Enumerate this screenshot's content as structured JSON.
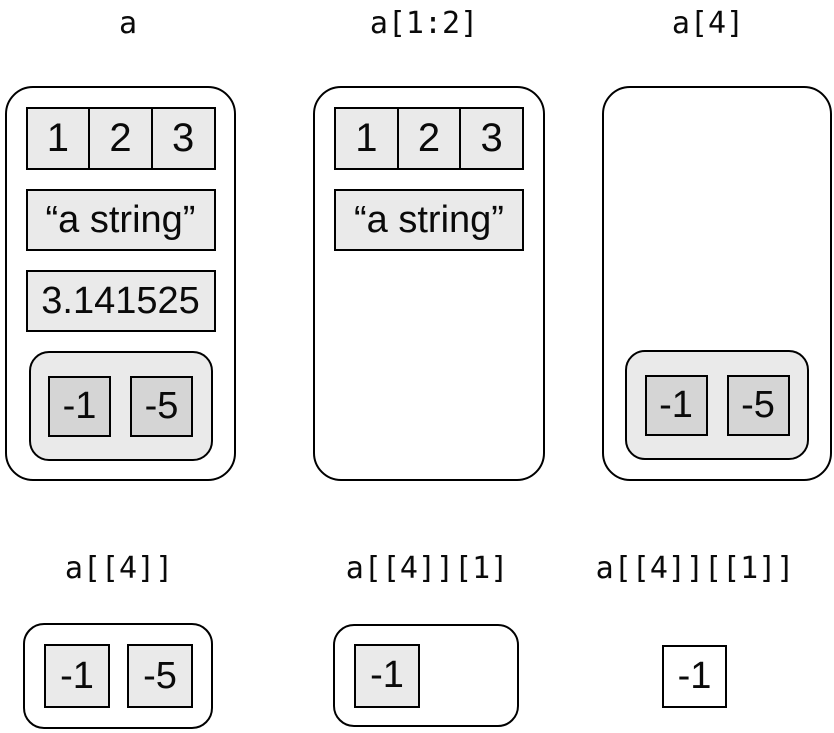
{
  "colors": {
    "light_gray": "#eaeaea",
    "mid_gray": "#d5d5d5",
    "border": "#000000",
    "background": "#ffffff"
  },
  "panels": {
    "a": {
      "title": "a",
      "vector": [
        "1",
        "2",
        "3"
      ],
      "string_value": "“a string”",
      "number_value": "3.141525",
      "sublist": [
        "-1",
        "-5"
      ]
    },
    "a_slice": {
      "title": "a[1:2]",
      "vector": [
        "1",
        "2",
        "3"
      ],
      "string_value": "“a string”"
    },
    "a_4": {
      "title": "a[4]",
      "sublist": [
        "-1",
        "-5"
      ]
    },
    "a_44": {
      "title": "a[[4]]",
      "cells": [
        "-1",
        "-5"
      ]
    },
    "a_44_1": {
      "title": "a[[4]][1]",
      "cells": [
        "-1"
      ]
    },
    "a_44_11": {
      "title": "a[[4]][[1]]",
      "value": "-1"
    }
  }
}
